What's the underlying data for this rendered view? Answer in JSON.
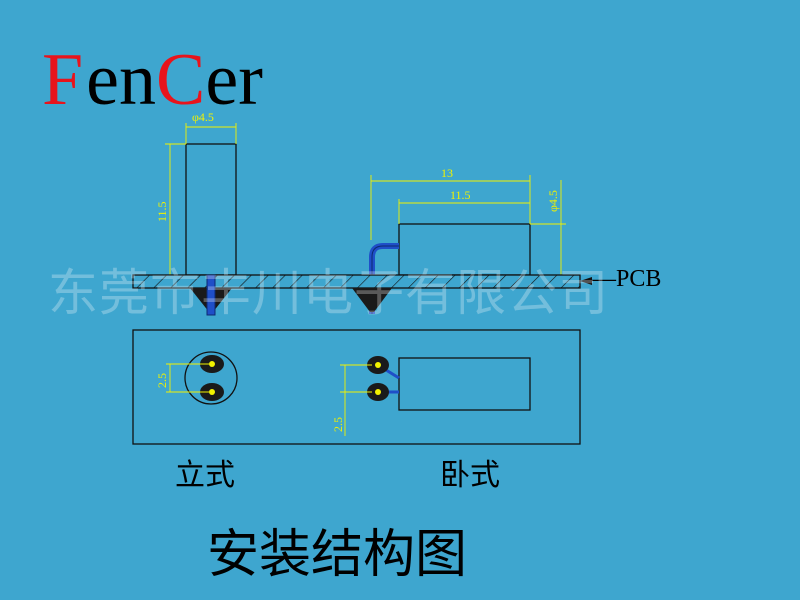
{
  "logo": {
    "parts": [
      {
        "text": "F",
        "color": "#e8141c"
      },
      {
        "text": "en",
        "color": "#000000"
      },
      {
        "text": "C",
        "color": "#e8141c"
      },
      {
        "text": "er",
        "color": "#000000"
      }
    ]
  },
  "watermark": "东莞市丰川电子有限公司",
  "pcb_label": "—PCB",
  "dimensions": {
    "vertical_diameter": "φ4.5",
    "vertical_height": "11.5",
    "horizontal_total_length": "13",
    "horizontal_body_length": "11.5",
    "horizontal_diameter": "φ4.5",
    "vertical_pin_pitch": "2.5",
    "horizontal_pin_pitch": "2.5"
  },
  "labels": {
    "vertical_mount": "立式",
    "horizontal_mount": "卧式"
  },
  "title": "安装结构图",
  "colors": {
    "background": "#3ea6cf",
    "dimension": "#f2f200",
    "lead_wire": "#1f4fc8",
    "brand_red": "#e8141c"
  }
}
